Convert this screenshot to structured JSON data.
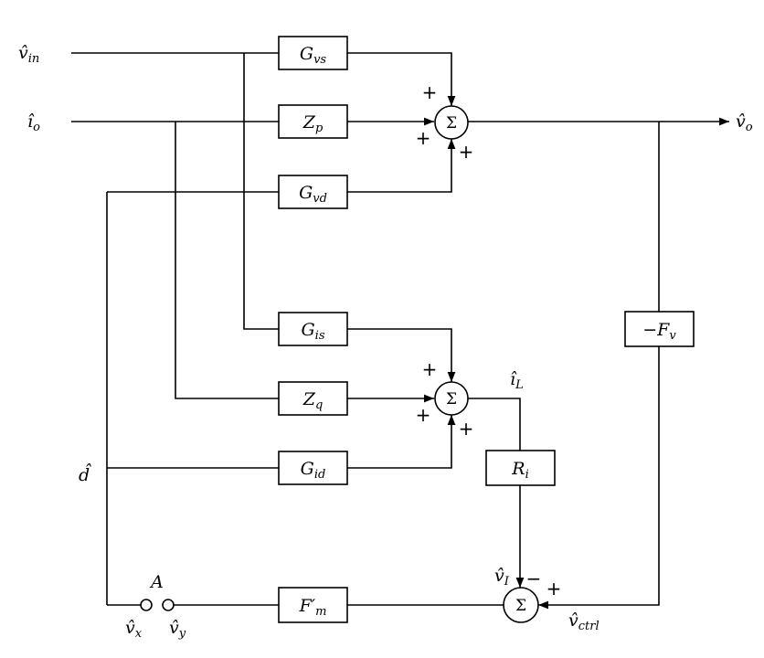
{
  "signals": {
    "v_in": {
      "base": "v̂",
      "sub": "in"
    },
    "i_o": {
      "base": "î",
      "sub": "o"
    },
    "v_o": {
      "base": "v̂",
      "sub": "o"
    },
    "d": {
      "base": "d̂",
      "sub": ""
    },
    "i_L": {
      "base": "î",
      "sub": "L"
    },
    "v_I": {
      "base": "v̂",
      "sub": "I"
    },
    "v_ctrl": {
      "base": "v̂",
      "sub": "ctrl"
    },
    "v_x": {
      "base": "v̂",
      "sub": "x"
    },
    "v_y": {
      "base": "v̂",
      "sub": "y"
    }
  },
  "blocks": {
    "G_vs": {
      "base": "G",
      "sub": "vs"
    },
    "Z_p": {
      "base": "Z",
      "sub": "p"
    },
    "G_vd": {
      "base": "G",
      "sub": "vd"
    },
    "G_is": {
      "base": "G",
      "sub": "is"
    },
    "Z_q": {
      "base": "Z",
      "sub": "q"
    },
    "G_id": {
      "base": "G",
      "sub": "id"
    },
    "R_i": {
      "base": "R",
      "sub": "i"
    },
    "F_v": {
      "base": "−F",
      "sub": "v"
    },
    "F_m": {
      "base": "F′",
      "sub": "m"
    }
  },
  "summing_symbol": "Σ",
  "signs": {
    "plus": "+",
    "minus": "−"
  },
  "switch_label": "A"
}
